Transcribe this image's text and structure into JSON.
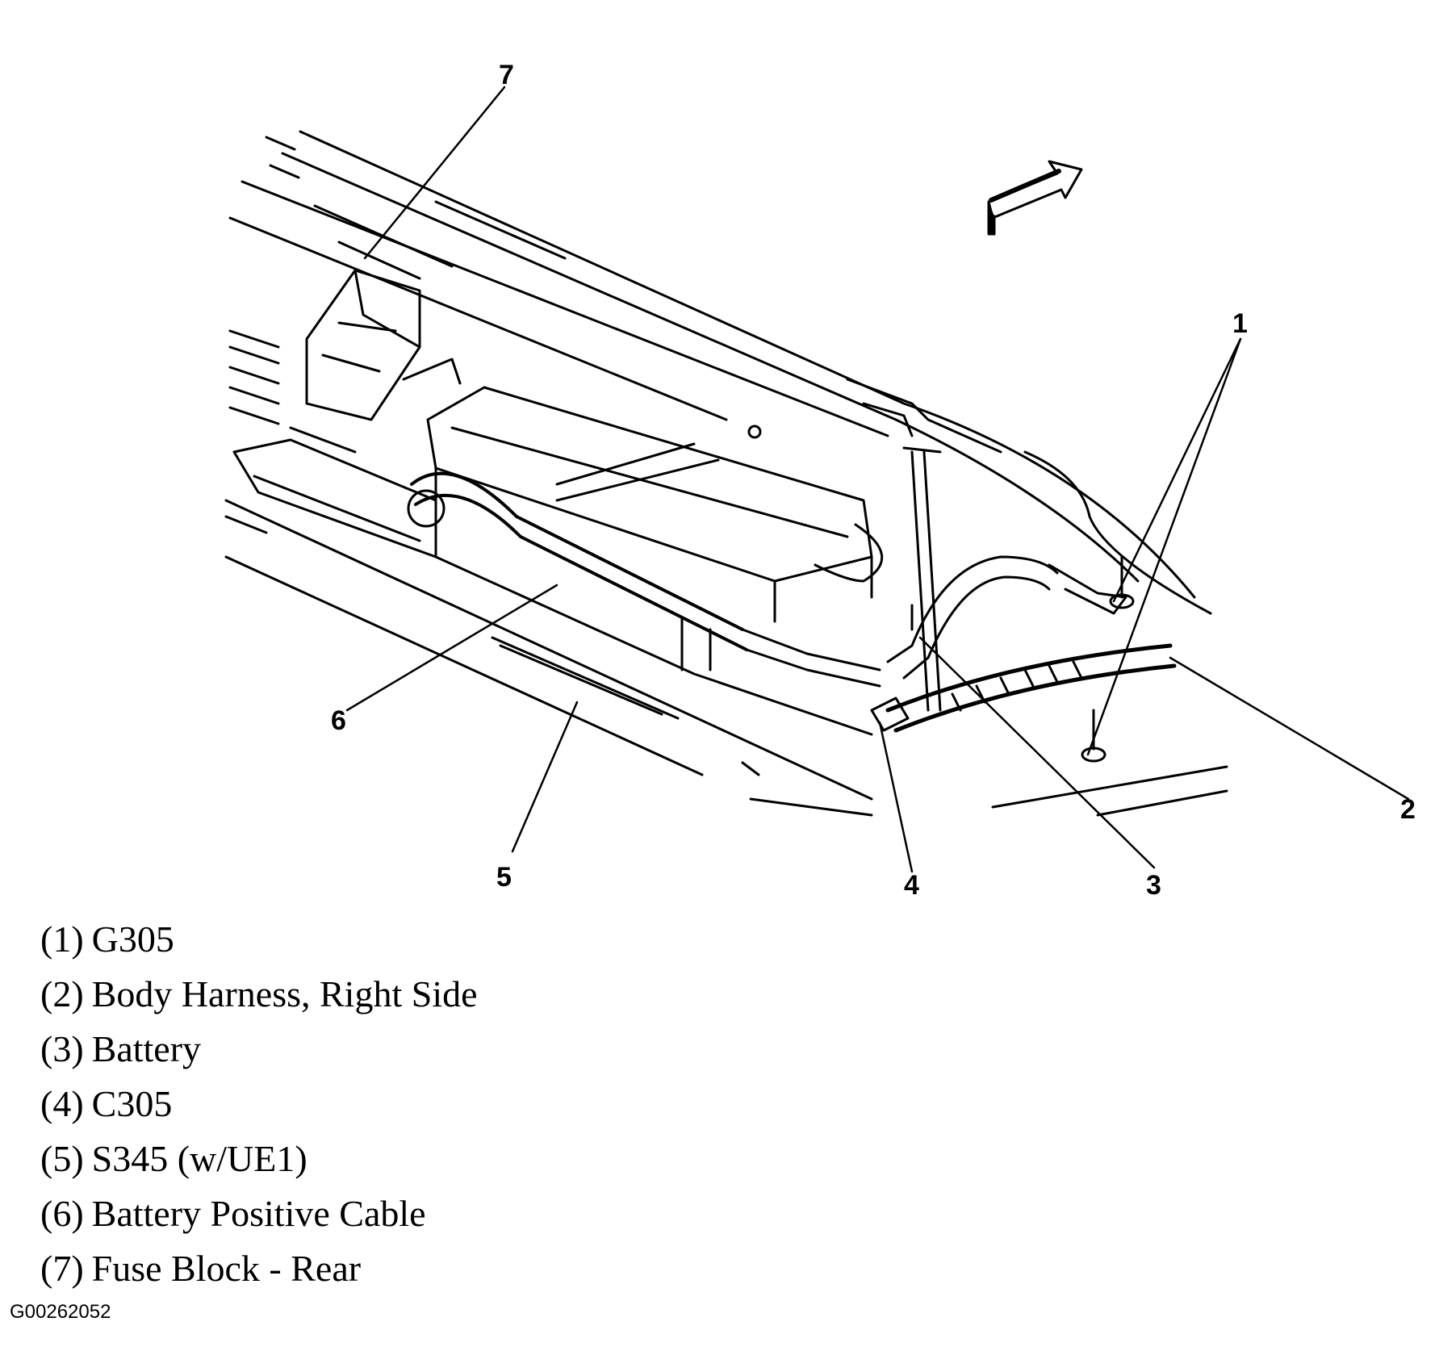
{
  "callouts": [
    {
      "id": "1",
      "label": "1"
    },
    {
      "id": "2",
      "label": "2"
    },
    {
      "id": "3",
      "label": "3"
    },
    {
      "id": "4",
      "label": "4"
    },
    {
      "id": "5",
      "label": "5"
    },
    {
      "id": "6",
      "label": "6"
    },
    {
      "id": "7",
      "label": "7"
    }
  ],
  "legend": [
    {
      "num": "(1)",
      "text": "G305"
    },
    {
      "num": "(2)",
      "text": "Body Harness, Right Side"
    },
    {
      "num": "(3)",
      "text": "Battery"
    },
    {
      "num": "(4)",
      "text": "C305"
    },
    {
      "num": "(5)",
      "text": "S345 (w/UE1)"
    },
    {
      "num": "(6)",
      "text": "Battery Positive Cable"
    },
    {
      "num": "(7)",
      "text": "Fuse Block - Rear"
    }
  ],
  "figure_id": "G00262052",
  "direction_arrow_icon": "forward-arrow-icon"
}
